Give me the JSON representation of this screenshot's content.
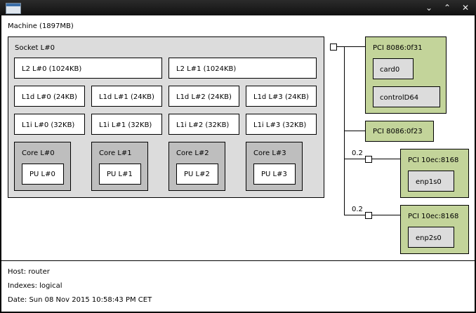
{
  "window": {
    "controls": {
      "minimize": "⌄",
      "maximize": "⌃",
      "close": "✕"
    }
  },
  "machine": {
    "label": "Machine (1897MB)"
  },
  "socket": {
    "label": "Socket L#0"
  },
  "l2": [
    "L2 L#0 (1024KB)",
    "L2 L#1 (1024KB)"
  ],
  "l1d": [
    "L1d L#0 (24KB)",
    "L1d L#1 (24KB)",
    "L1d L#2 (24KB)",
    "L1d L#3 (24KB)"
  ],
  "l1i": [
    "L1i L#0 (32KB)",
    "L1i L#1 (32KB)",
    "L1i L#2 (32KB)",
    "L1i L#3 (32KB)"
  ],
  "cores": [
    {
      "label": "Core L#0",
      "pu": "PU L#0"
    },
    {
      "label": "Core L#1",
      "pu": "PU L#1"
    },
    {
      "label": "Core L#2",
      "pu": "PU L#2"
    },
    {
      "label": "Core L#3",
      "pu": "PU L#3"
    }
  ],
  "pci": [
    {
      "label": "PCI 8086:0f31",
      "children": [
        "card0",
        "controlD64"
      ]
    },
    {
      "label": "PCI 8086:0f23",
      "children": []
    },
    {
      "label": "PCI 10ec:8168",
      "children": [
        "enp1s0"
      ],
      "link": "0.2"
    },
    {
      "label": "PCI 10ec:8168",
      "children": [
        "enp2s0"
      ],
      "link": "0.2"
    }
  ],
  "footer": {
    "host": "Host: router",
    "indexes": "Indexes: logical",
    "date": "Date: Sun 08 Nov 2015 10:58:43 PM CET"
  },
  "colors": {
    "socket": "#dcdcdc",
    "cache": "#ffffff",
    "core": "#bebebe",
    "pci": "#c3d49a",
    "osdev": "#dcdcdc"
  }
}
